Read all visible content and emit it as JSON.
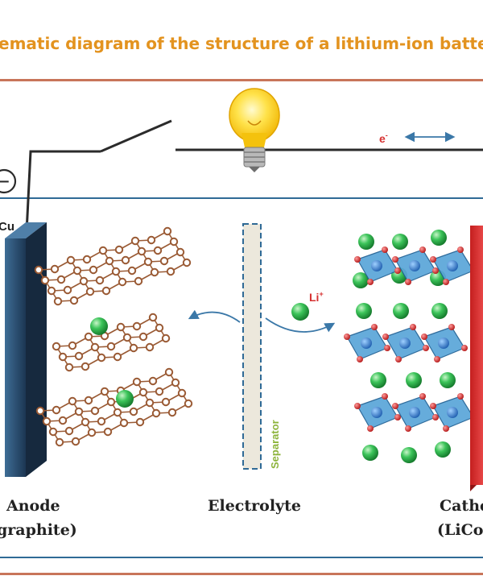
{
  "title": "ematic diagram of the structure of a lithium-ion battery",
  "labels": {
    "minus": "−",
    "cu": "Cu",
    "electron": "e",
    "electron_sup": "-",
    "ion": "Li",
    "ion_sup": "+",
    "separator": "Separator",
    "anode": "Anode",
    "anode_sub": "graphite)",
    "electrolyte": "Electrolyte",
    "cathode": "Cathe",
    "cathode_sub": "(LiCo"
  },
  "colors": {
    "title": "#e3931f",
    "rule": "#c8755a",
    "frame": "#2f6a96",
    "anode": "#2a4d6e",
    "cathode": "#e03030",
    "graphite": "#9a5a34",
    "lithium": "#27b04a",
    "separator_text": "#8cb33a"
  }
}
